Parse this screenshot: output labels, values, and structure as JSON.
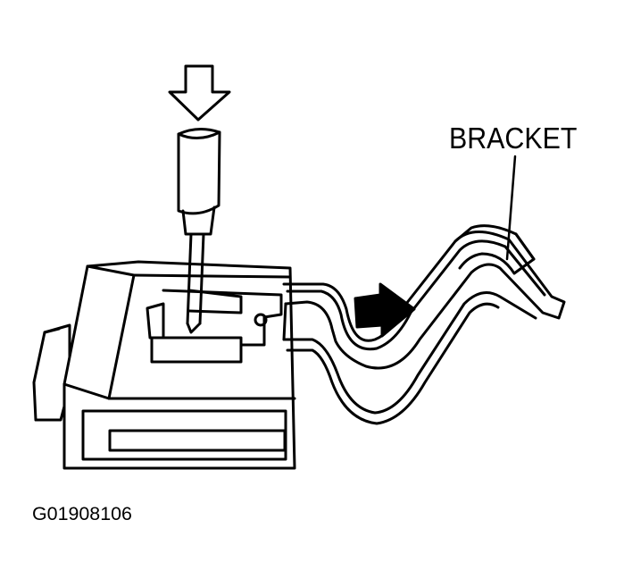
{
  "labels": {
    "bracket": "BRACKET",
    "figure_code": "G01908106"
  },
  "colors": {
    "ink": "#000000",
    "paper": "#ffffff"
  },
  "icons": [
    "push-down-arrow",
    "slide-direction-arrow",
    "screwdriver",
    "connector-housing",
    "bracket"
  ]
}
